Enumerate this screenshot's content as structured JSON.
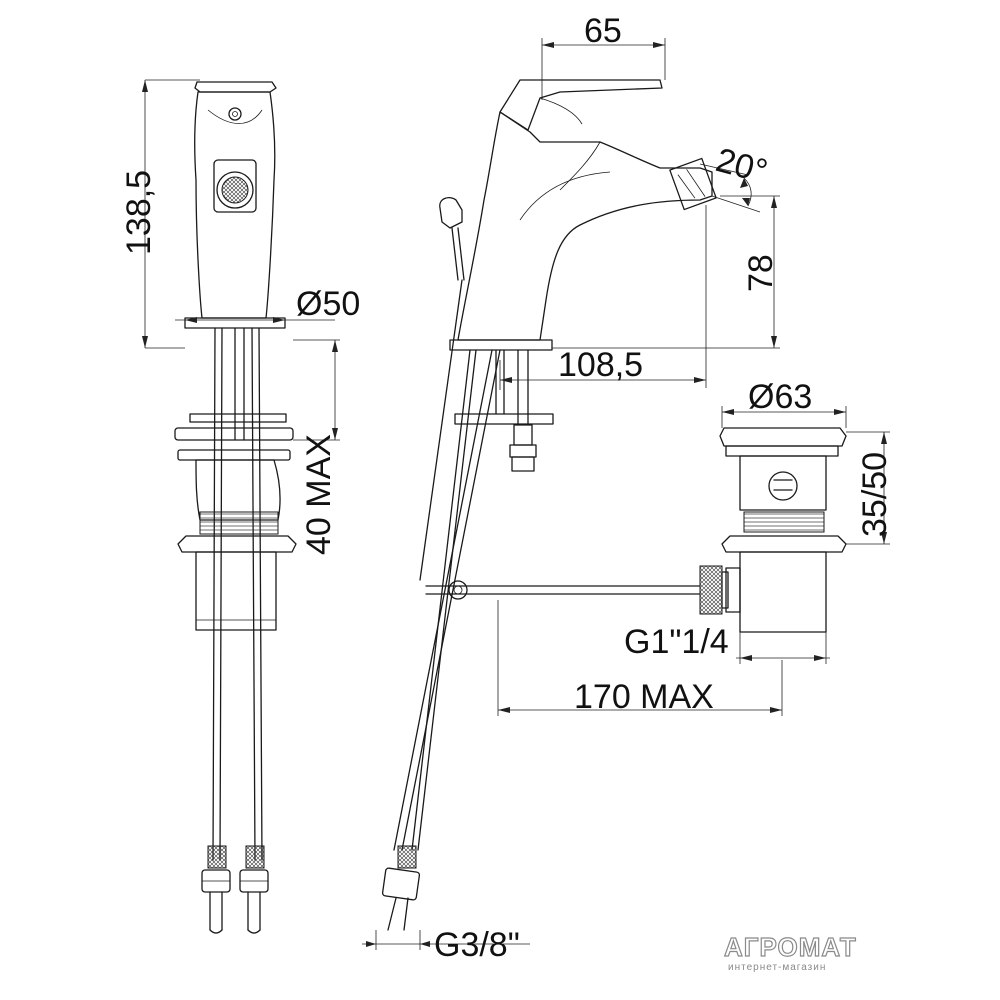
{
  "dimensions": {
    "width_top": "65",
    "angle": "20°",
    "height_total": "138,5",
    "base_diameter": "Ø50",
    "spout_height": "78",
    "spout_reach": "108,5",
    "drain_diameter": "Ø63",
    "drain_height": "35/50",
    "deck_thickness": "40 MAX",
    "drain_thread": "G1\"1/4",
    "rod_length": "170 MAX",
    "hose_thread": "G3/8\""
  },
  "watermark": {
    "brand": "АГРОМАТ",
    "tagline": "интернет-магазин"
  }
}
